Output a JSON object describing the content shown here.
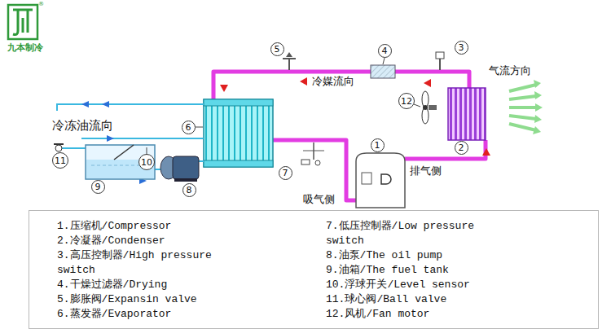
{
  "diagram": {
    "nodes": [
      {
        "text": [
          "5"
        ]
      },
      {
        "text": [
          "4"
        ]
      },
      {
        "text": [
          "3"
        ]
      },
      {
        "text": [
          "12"
        ]
      },
      {
        "text": [
          "6"
        ]
      },
      {
        "text": [
          "10"
        ]
      },
      {
        "text": [
          "1"
        ]
      },
      {
        "text": [
          "2"
        ]
      },
      {
        "text": [
          "11"
        ]
      },
      {
        "text": [
          "7"
        ]
      },
      {
        "text": [
          "9"
        ]
      },
      {
        "text": [
          "8"
        ]
      },
      {
        "text": [
          "1.压缩机/Compressor",
          "2.冷凝器/Condenser",
          "3.高压控制器/High pressure switch",
          "4.干燥过滤器/Drying",
          "5.膨胀阀/Expansin valve",
          "6.蒸发器/Evaporator",
          "7.低压控制器/Low pressure switch",
          "8.油泵/The oil pump",
          "9.油箱/The fuel tank",
          "10.浮球开关/Level sensor",
          "11.球心阀/Ball valve",
          "12.风机/Fan motor"
        ]
      }
    ],
    "labels": [
      "九本制冷",
      "®",
      "冷媒流向",
      "气流方向",
      "冷冻油流向",
      "排气侧",
      "吸气侧"
    ]
  }
}
